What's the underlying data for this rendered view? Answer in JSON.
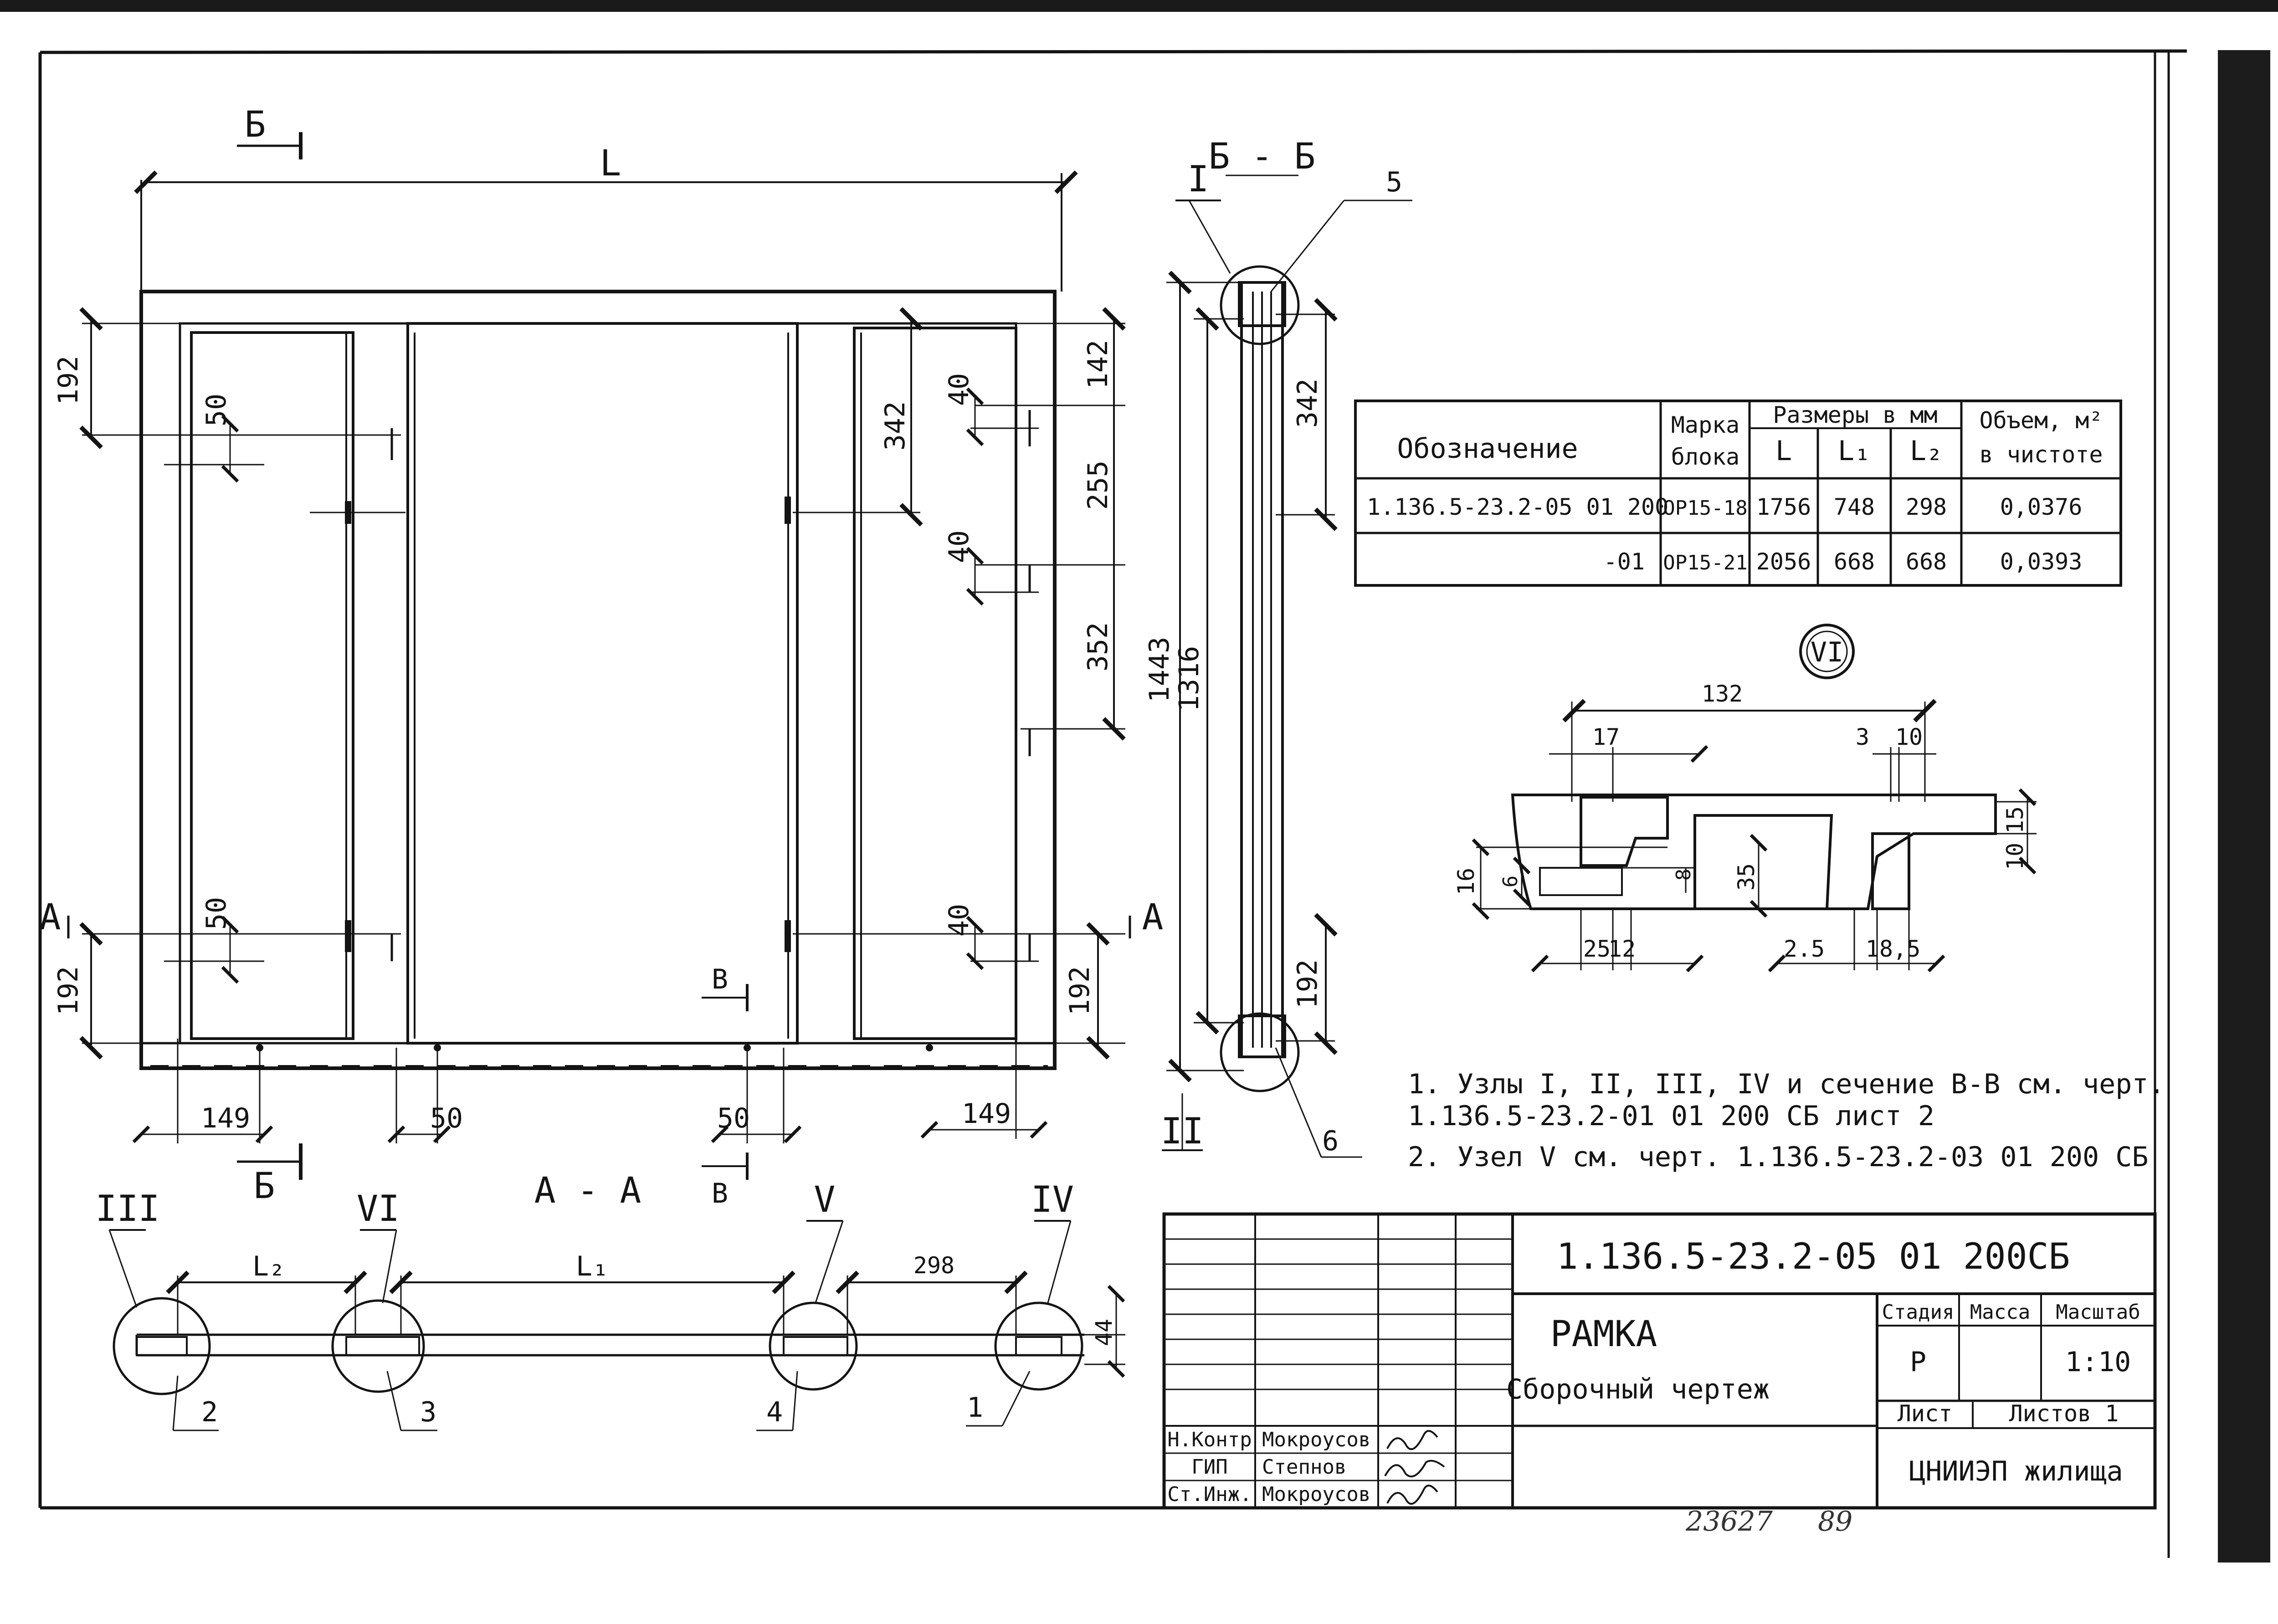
{
  "title_block": {
    "code": "1.136.5-23.2-05 01 200СБ",
    "name": "РАМКА",
    "subname": "Сборочный чертеж",
    "stage_label": "Стадия",
    "mass_label": "Масса",
    "scale_label": "Масштаб",
    "stage": "Р",
    "mass": "",
    "scale": "1:10",
    "sheet_label": "Лист",
    "sheets_label": "Листов 1",
    "org": "ЦНИИЭП жилища",
    "staff": [
      {
        "role": "Н.Контр",
        "name": "Мокроусов"
      },
      {
        "role": "ГИП",
        "name": "Степнов"
      },
      {
        "role": "Ст.Инж.",
        "name": "Мокроусов"
      }
    ],
    "inventory": "23627",
    "inventory_suffix": "89"
  },
  "spec_table": {
    "col_designation": "Обозначение",
    "col_mark_line1": "Марка",
    "col_mark_line2": "блока",
    "col_sizes": "Размеры в мм",
    "col_L": "L",
    "col_L1": "L₁",
    "col_L2": "L₂",
    "col_volume_line1": "Объем, м²",
    "col_volume_line2": "в чистоте",
    "rows": [
      {
        "designation": "1.136.5-23.2-05 01 200",
        "mark": "ОР15-18",
        "L": "1756",
        "L1": "748",
        "L2": "298",
        "volume": "0,0376"
      },
      {
        "designation": "-01",
        "mark": "ОР15-21",
        "L": "2056",
        "L1": "668",
        "L2": "668",
        "volume": "0,0393"
      }
    ]
  },
  "notes": {
    "line1": "1. Узлы I, II, III, IV и сечение В-В см. черт.",
    "line2": "1.136.5-23.2-01 01 200 СБ  лист 2",
    "line3": "2. Узел V см. черт. 1.136.5-23.2-03 01 200 СБ"
  },
  "front_view": {
    "dim_L": "L",
    "d192_top": "192",
    "d50_top": "50",
    "d192_bot": "192",
    "d50_bot": "50",
    "d149_left": "149",
    "d50_mid_left": "50",
    "d50_mid_right": "50",
    "d149_right": "149",
    "d342": "342",
    "d40_top": "40",
    "d142": "142",
    "d255": "255",
    "d40_mid": "40",
    "d352": "352",
    "d40_bot": "40",
    "d192_right": "192",
    "sec_B_top": "Б",
    "sec_B_bot": "Б",
    "sec_A_left": "А",
    "sec_A_right": "А",
    "sec_V_top": "В",
    "sec_V_bot": "В"
  },
  "section_bb": {
    "title": "Б - Б",
    "node_top": "I",
    "node_bot": "II",
    "pos5": "5",
    "pos6": "6",
    "d1443": "1443",
    "d1316": "1316",
    "d342": "342",
    "d192": "192"
  },
  "node_vi": {
    "label": "VI",
    "d132": "132",
    "d17": "17",
    "d3": "3",
    "d10": "10",
    "d15": "15",
    "d10b": "10",
    "d16": "16",
    "d6": "6",
    "d8": "8",
    "d35": "35",
    "d25": "25",
    "d12": "12",
    "d2_5": "2.5",
    "d18_5": "18,5"
  },
  "section_aa": {
    "title": "А - А",
    "node_III": "III",
    "node_VI": "VI",
    "node_V": "V",
    "node_IV": "IV",
    "dim_L2": "L₂",
    "dim_L1": "L₁",
    "d298": "298",
    "d44": "44",
    "pos2": "2",
    "pos3": "3",
    "pos4": "4",
    "pos1": "1"
  }
}
